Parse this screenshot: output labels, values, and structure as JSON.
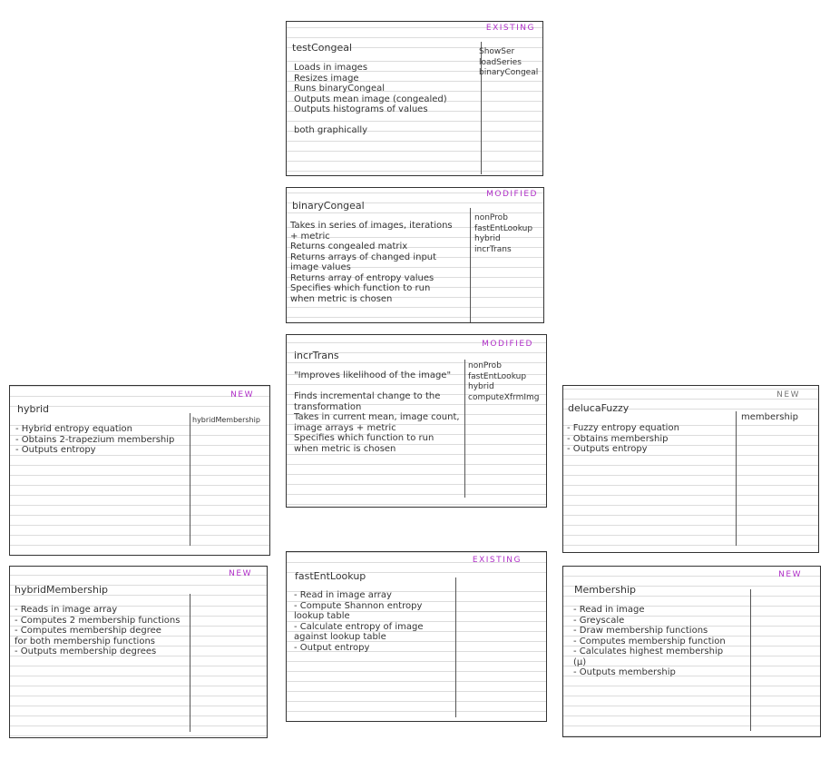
{
  "cards": {
    "testCongeal": {
      "status": "EXISTING",
      "title": "testCongeal",
      "responsibilities": [
        "Loads in images",
        "Resizes image",
        "Runs binaryCongeal",
        "Outputs mean image (congealed)",
        "Outputs histograms of values",
        "",
        "both graphically"
      ],
      "collaborators": [
        "ShowSer",
        "loadSeries",
        "binaryCongeal"
      ]
    },
    "binaryCongeal": {
      "status": "MODIFIED",
      "title": "binaryCongeal",
      "responsibilities": [
        "Takes in series of images, iterations",
        "  + metric",
        "Returns congealed matrix",
        "Returns arrays of changed input",
        "  image values",
        "Returns array of entropy values",
        "Specifies which function to run",
        "  when metric is chosen"
      ],
      "collaborators": [
        "nonProb",
        "fastEntLookup",
        "hybrid",
        "incrTrans"
      ]
    },
    "incrTrans": {
      "status": "MODIFIED",
      "title": "incrTrans",
      "responsibilities": [
        "\"Improves likelihood of the image\"",
        "",
        "Finds incremental change to the",
        "  transformation",
        "Takes in current mean, image count,",
        "image arrays + metric",
        "Specifies which function to run",
        "  when metric is chosen"
      ],
      "collaborators": [
        "nonProb",
        "fastEntLookup",
        "hybrid",
        "computeXfrmImg"
      ]
    },
    "hybrid": {
      "status": "NEW",
      "title": "hybrid",
      "responsibilities": [
        "- Hybrid entropy equation",
        "- Obtains 2-trapezium membership",
        "- Outputs entropy"
      ],
      "collaborators": [
        "hybridMembership"
      ]
    },
    "delucaFuzzy": {
      "status": "NEW",
      "title": "delucaFuzzy",
      "responsibilities": [
        "- Fuzzy entropy equation",
        "- Obtains membership",
        "- Outputs entropy"
      ],
      "collaborators": [
        "membership"
      ]
    },
    "hybridMembership": {
      "status": "NEW",
      "title": "hybridMembership",
      "responsibilities": [
        "- Reads in image array",
        "- Computes 2 membership functions",
        "- Computes membership degree",
        "     for both membership functions",
        "- Outputs membership degrees"
      ],
      "collaborators": []
    },
    "fastEntLookup": {
      "status": "EXISTING",
      "title": "fastEntLookup",
      "responsibilities": [
        "- Read in image array",
        "- Compute Shannon entropy",
        "     lookup table",
        "- Calculate entropy of image",
        "     against lookup table",
        "- Output entropy"
      ],
      "collaborators": []
    },
    "Membership": {
      "status": "NEW",
      "title": "Membership",
      "responsibilities": [
        "- Read in image",
        "- Greyscale",
        "- Draw membership functions",
        "- Computes membership function",
        "- Calculates highest membership",
        "     (μ)",
        "- Outputs membership"
      ],
      "collaborators": []
    }
  }
}
